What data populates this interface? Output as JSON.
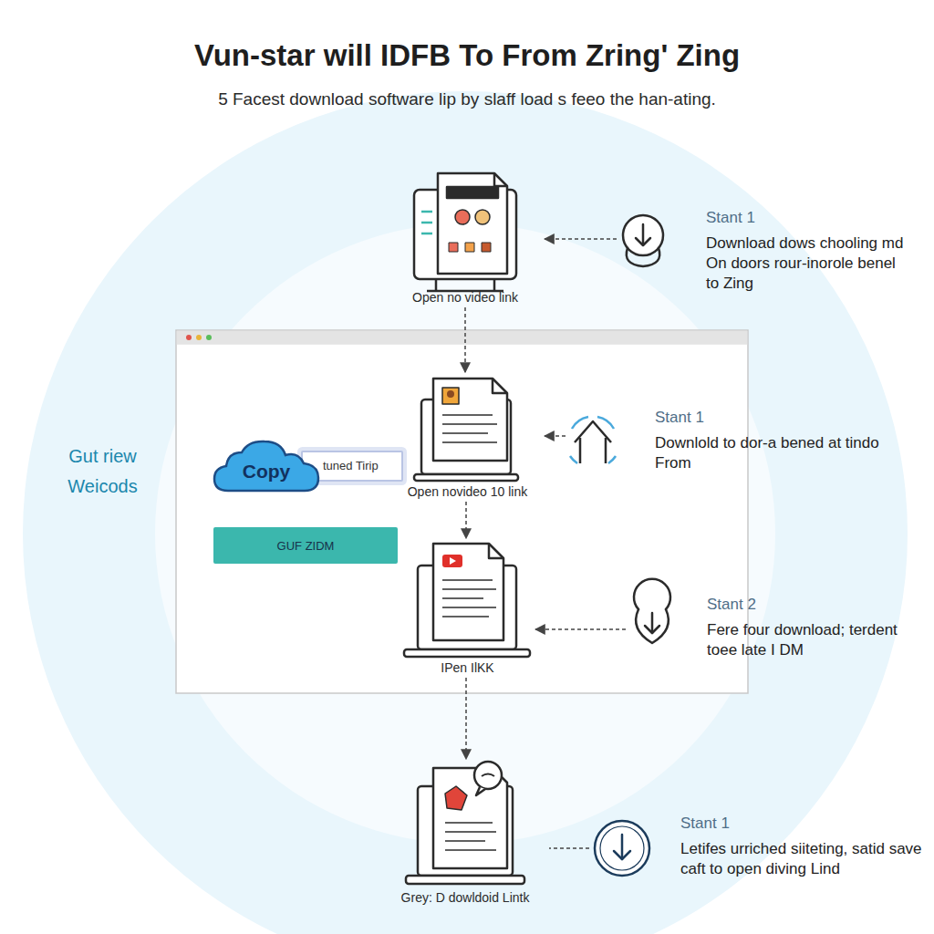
{
  "diagram": {
    "title": "Vun-star will IDFB To From Zring' Zing",
    "nodes": [
      {
        "text": [
          "Open no video link"
        ]
      },
      {
        "text": [
          "Stant 1",
          "Download dows chooling md On doors rour-inorole benel to Zing"
        ]
      },
      {
        "text": [
          "tuned Tirip"
        ]
      },
      {
        "text": [
          "Copy"
        ]
      },
      {
        "text": [
          "Open novideo 10 link"
        ]
      },
      {
        "text": [
          "Stant 1",
          "Downlold to dor-a bened at tindo From"
        ]
      },
      {
        "text": [
          "GUF ZIDM"
        ]
      },
      {
        "text": [
          "IPen IlKK"
        ]
      },
      {
        "text": [
          "Stant 2",
          "Fere four download; terdent toee late I DM"
        ]
      },
      {
        "text": [
          "Grey: D dowldoid Lintk"
        ]
      },
      {
        "text": [
          "Stant 1",
          "Letifes urriched siiteting, satid save caft to open diving Lind"
        ]
      }
    ],
    "edges": [
      {
        "from": 1,
        "to": 0,
        "arrow": "to"
      },
      {
        "from": 5,
        "to": 4,
        "arrow": "to"
      },
      {
        "from": 8,
        "to": 7,
        "arrow": "to"
      },
      {
        "from": 10,
        "to": 9,
        "arrow": "none"
      },
      {
        "from": 0,
        "to": 4,
        "arrow": "to"
      },
      {
        "from": 4,
        "to": 7,
        "arrow": "to"
      },
      {
        "from": 7,
        "to": 9,
        "arrow": "to"
      }
    ],
    "labels": [
      "5 Facest download software lip by slaff load s feeo the han-ating.",
      "Gut riew Weicods"
    ]
  }
}
